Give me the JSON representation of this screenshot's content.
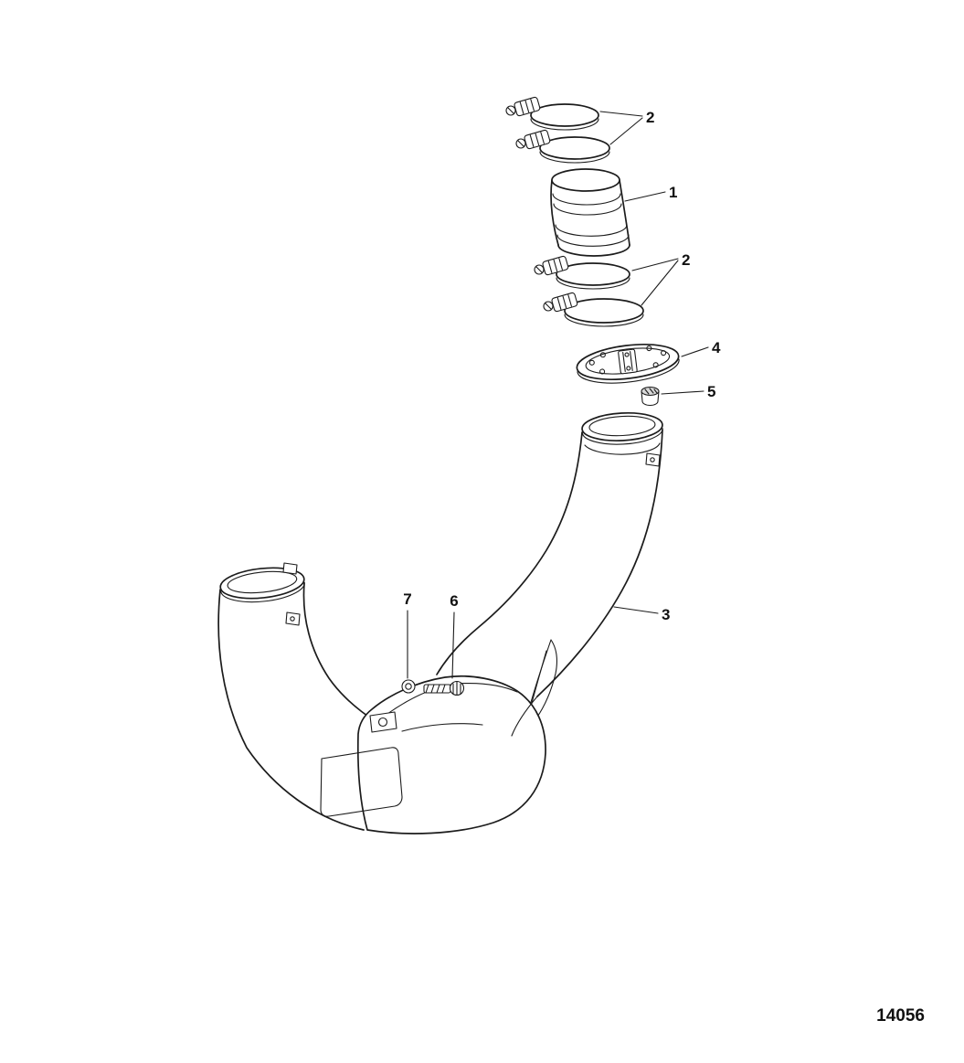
{
  "figure": {
    "number": "14056"
  },
  "callouts": {
    "clamps_top": "2",
    "hose": "1",
    "clamps_bottom": "2",
    "plate": "4",
    "plug": "5",
    "pipe": "3",
    "bolt": "6",
    "washer": "7"
  },
  "colors": {
    "ink": "#1c1c1c",
    "background": "#ffffff"
  }
}
